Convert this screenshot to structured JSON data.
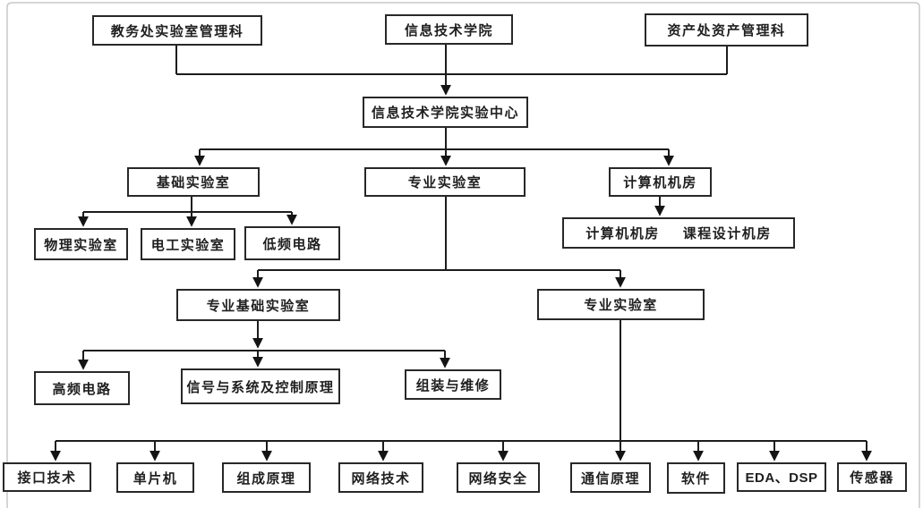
{
  "org_chart": {
    "level1": [
      {
        "label": "教务处实验室管理科"
      },
      {
        "label": "信息技术学院"
      },
      {
        "label": "资产处资产管理科"
      }
    ],
    "level2": {
      "label": "信息技术学院实验中心"
    },
    "level3": [
      {
        "label": "基础实验室"
      },
      {
        "label": "专业实验室"
      },
      {
        "label": "计算机机房"
      }
    ],
    "level4_basic": [
      {
        "label": "物理实验室"
      },
      {
        "label": "电工实验室"
      },
      {
        "label": "低频电路"
      }
    ],
    "level4_computer": {
      "left": "计算机机房",
      "right": "课程设计机房"
    },
    "level5": [
      {
        "label": "专业基础实验室"
      },
      {
        "label": "专业实验室"
      }
    ],
    "level6": [
      {
        "label": "高频电路"
      },
      {
        "label": "信号与系统及控制原理"
      },
      {
        "label": "组装与维修"
      }
    ],
    "level7": [
      {
        "label": "接口技术"
      },
      {
        "label": "单片机"
      },
      {
        "label": "组成原理"
      },
      {
        "label": "网络技术"
      },
      {
        "label": "网络安全"
      },
      {
        "label": "通信原理"
      },
      {
        "label": "软件"
      },
      {
        "label": "EDA、DSP"
      },
      {
        "label": "传感器"
      }
    ],
    "colors": {
      "line": "#1c1c1c",
      "box_border": "#282828",
      "text": "#1f1f1f",
      "frame": "#c9c9c9"
    }
  }
}
